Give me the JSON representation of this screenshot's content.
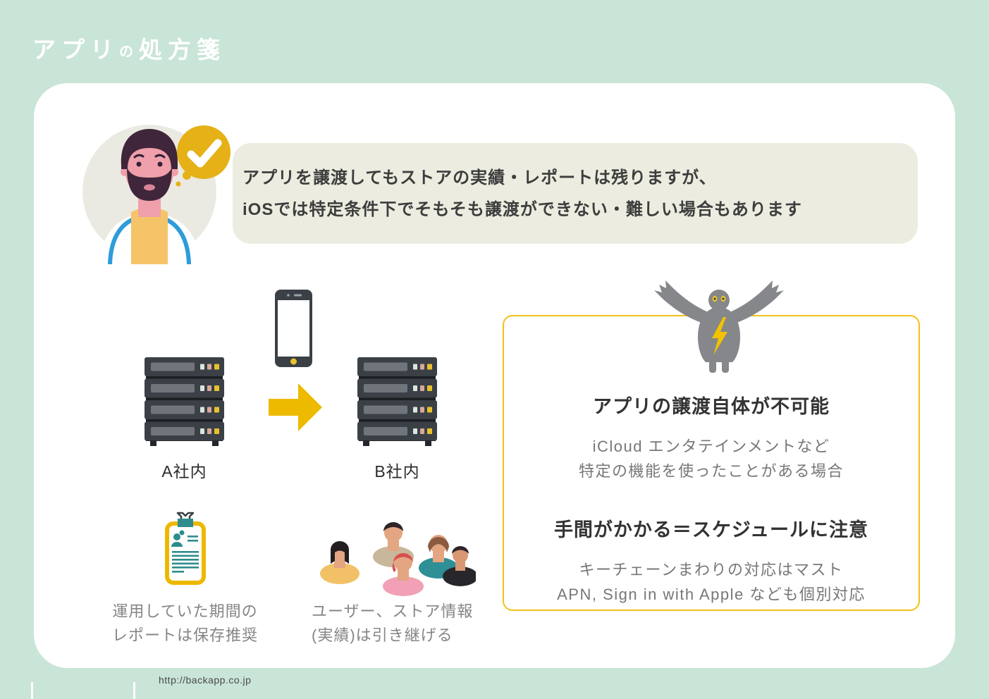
{
  "page_title": {
    "part1": "アプリ",
    "part2": "の",
    "part3": "処方箋"
  },
  "lead_message": {
    "line1": "アプリを譲渡してもストアの実績・レポートは残りますが、",
    "line2": "iOSでは特定条件下でそもそも譲渡ができない・難しい場合もあります"
  },
  "transfer_diagram": {
    "label_a": "A社内",
    "label_b": "B社内",
    "icons": [
      "server-rack-icon",
      "smartphone-icon",
      "arrow-right-icon"
    ]
  },
  "warning_box": {
    "section1": {
      "heading": "アプリの譲渡自体が不可能",
      "body_line1": "iCloud エンタテインメントなど",
      "body_line2": "特定の機能を使ったことがある場合"
    },
    "section2": {
      "heading": "手間がかかる＝スケジュールに注意",
      "body_line1": "キーチェーンまわりの対応はマスト",
      "body_line2": "APN, Sign in with Apple なども個別対応"
    },
    "icon": "monster-icon"
  },
  "notes": {
    "report": {
      "line1": "運用していた期間の",
      "line2": "レポートは保存推奨",
      "icon": "clipboard-report-icon"
    },
    "users": {
      "line1": "ユーザー、ストア情報",
      "line2": "(実績)は引き継げる",
      "icon": "user-group-icon"
    }
  },
  "footer": {
    "url": "http://backapp.co.jp"
  },
  "illustrations": [
    "bearded-man-icon",
    "checkmark-bubble-icon"
  ],
  "colors": {
    "background_mint": "#C9E5D8",
    "card_white": "#FFFFFF",
    "message_beige": "#ECECE0",
    "accent_gold": "#E5B117",
    "arrow_gold": "#EDBA00",
    "warning_border_gold": "#F2C219",
    "dark_hardware": "#3B4046",
    "teal": "#2E8C8C",
    "monster_gray": "#85878A",
    "heading_text": "#333333",
    "body_text": "#777777"
  }
}
